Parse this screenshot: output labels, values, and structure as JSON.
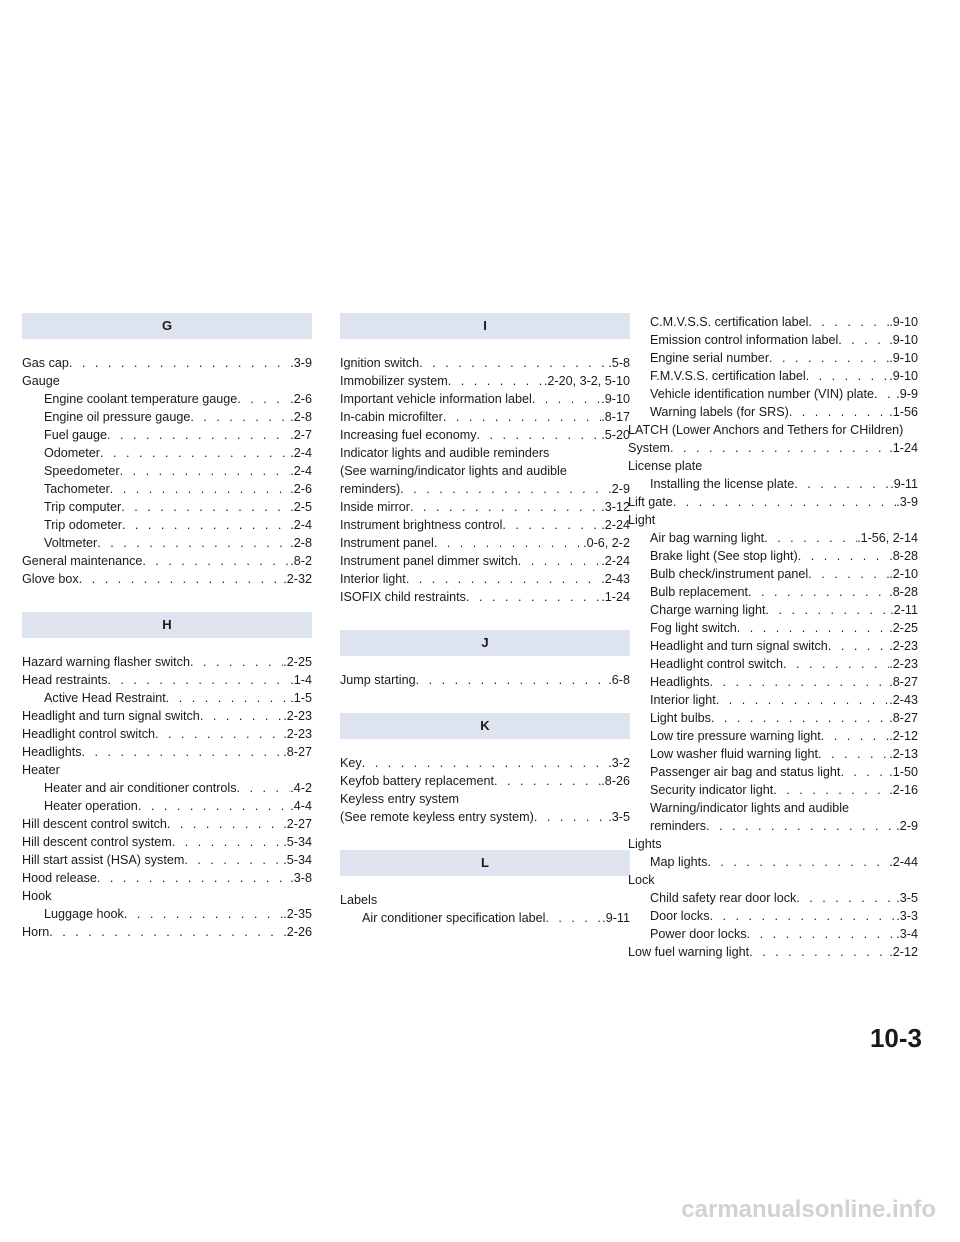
{
  "columns": [
    [
      {
        "kind": "header",
        "text": "G"
      },
      {
        "kind": "entry",
        "level": 0,
        "text": "Gas cap",
        "page": ".3-9"
      },
      {
        "kind": "head",
        "level": 0,
        "text": "Gauge"
      },
      {
        "kind": "entry",
        "level": 1,
        "text": "Engine coolant temperature gauge",
        "page": ".2-6"
      },
      {
        "kind": "entry",
        "level": 1,
        "text": "Engine oil pressure gauge",
        "page": ".2-8"
      },
      {
        "kind": "entry",
        "level": 1,
        "text": "Fuel gauge",
        "page": ".2-7"
      },
      {
        "kind": "entry",
        "level": 1,
        "text": "Odometer",
        "page": ".2-4"
      },
      {
        "kind": "entry",
        "level": 1,
        "text": "Speedometer",
        "page": ".2-4"
      },
      {
        "kind": "entry",
        "level": 1,
        "text": "Tachometer",
        "page": ".2-6"
      },
      {
        "kind": "entry",
        "level": 1,
        "text": "Trip computer",
        "page": ".2-5"
      },
      {
        "kind": "entry",
        "level": 1,
        "text": "Trip odometer",
        "page": ".2-4"
      },
      {
        "kind": "entry",
        "level": 1,
        "text": "Voltmeter",
        "page": ".2-8"
      },
      {
        "kind": "entry",
        "level": 0,
        "text": "General maintenance",
        "page": ".8-2"
      },
      {
        "kind": "entry",
        "level": 0,
        "text": "Glove box",
        "page": ".2-32"
      },
      {
        "kind": "gap"
      },
      {
        "kind": "header",
        "text": "H"
      },
      {
        "kind": "entry",
        "level": 0,
        "text": "Hazard warning flasher switch",
        "page": ".2-25"
      },
      {
        "kind": "entry",
        "level": 0,
        "text": "Head restraints",
        "page": ".1-4"
      },
      {
        "kind": "entry",
        "level": 1,
        "text": "Active Head Restraint",
        "page": ".1-5"
      },
      {
        "kind": "entry",
        "level": 0,
        "text": "Headlight and turn signal switch",
        "page": ".2-23"
      },
      {
        "kind": "entry",
        "level": 0,
        "text": "Headlight control switch",
        "page": ".2-23"
      },
      {
        "kind": "entry",
        "level": 0,
        "text": "Headlights",
        "page": ".8-27"
      },
      {
        "kind": "head",
        "level": 0,
        "text": "Heater"
      },
      {
        "kind": "entry",
        "level": 1,
        "text": "Heater and air conditioner controls",
        "page": ".4-2"
      },
      {
        "kind": "entry",
        "level": 1,
        "text": "Heater operation",
        "page": ".4-4"
      },
      {
        "kind": "entry",
        "level": 0,
        "text": "Hill descent control switch",
        "page": ".2-27"
      },
      {
        "kind": "entry",
        "level": 0,
        "text": "Hill descent control system",
        "page": ".5-34"
      },
      {
        "kind": "entry",
        "level": 0,
        "text": "Hill start assist (HSA) system",
        "page": ".5-34"
      },
      {
        "kind": "entry",
        "level": 0,
        "text": "Hood release",
        "page": ".3-8"
      },
      {
        "kind": "head",
        "level": 0,
        "text": "Hook"
      },
      {
        "kind": "entry",
        "level": 1,
        "text": "Luggage hook",
        "page": ".2-35"
      },
      {
        "kind": "entry",
        "level": 0,
        "text": "Horn",
        "page": ".2-26"
      }
    ],
    [
      {
        "kind": "header",
        "text": "I"
      },
      {
        "kind": "entry",
        "level": 0,
        "text": "Ignition switch",
        "page": ".5-8"
      },
      {
        "kind": "entry",
        "level": 0,
        "text": "Immobilizer system",
        "page": ".2-20, 3-2, 5-10"
      },
      {
        "kind": "entry",
        "level": 0,
        "text": "Important vehicle information label",
        "page": ".9-10"
      },
      {
        "kind": "entry",
        "level": 0,
        "text": "In-cabin microfilter",
        "page": ".8-17"
      },
      {
        "kind": "entry",
        "level": 0,
        "text": "Increasing fuel economy",
        "page": ".5-20"
      },
      {
        "kind": "head",
        "level": 0,
        "text": "Indicator lights and audible reminders"
      },
      {
        "kind": "head",
        "level": 0,
        "text": "(See warning/indicator lights and audible"
      },
      {
        "kind": "entry",
        "level": 0,
        "text": "reminders)",
        "page": ".2-9"
      },
      {
        "kind": "entry",
        "level": 0,
        "text": "Inside mirror",
        "page": ".3-12"
      },
      {
        "kind": "entry",
        "level": 0,
        "text": "Instrument brightness control",
        "page": ".2-24"
      },
      {
        "kind": "entry",
        "level": 0,
        "text": "Instrument panel",
        "page": ".0-6, 2-2"
      },
      {
        "kind": "entry",
        "level": 0,
        "text": "Instrument panel dimmer switch",
        "page": ".2-24"
      },
      {
        "kind": "entry",
        "level": 0,
        "text": "Interior light",
        "page": ".2-43"
      },
      {
        "kind": "entry",
        "level": 0,
        "text": "ISOFIX child restraints",
        "page": ".1-24"
      },
      {
        "kind": "gap"
      },
      {
        "kind": "header",
        "text": "J"
      },
      {
        "kind": "entry",
        "level": 0,
        "text": "Jump starting",
        "page": ".6-8"
      },
      {
        "kind": "gap"
      },
      {
        "kind": "header",
        "text": "K"
      },
      {
        "kind": "entry",
        "level": 0,
        "text": "Key",
        "page": ".3-2"
      },
      {
        "kind": "entry",
        "level": 0,
        "text": "Keyfob battery replacement",
        "page": ".8-26"
      },
      {
        "kind": "head",
        "level": 0,
        "text": "Keyless entry system"
      },
      {
        "kind": "entry",
        "level": 0,
        "text": "(See remote keyless entry system)",
        "page": ".3-5"
      },
      {
        "kind": "gap"
      },
      {
        "kind": "header",
        "text": "L"
      },
      {
        "kind": "head",
        "level": 0,
        "text": "Labels"
      },
      {
        "kind": "entry",
        "level": 1,
        "text": "Air conditioner specification label",
        "page": ".9-11"
      }
    ],
    [
      {
        "kind": "entry",
        "level": 1,
        "text": "C.M.V.S.S. certification label",
        "page": ".9-10"
      },
      {
        "kind": "entry",
        "level": 1,
        "text": "Emission control information label",
        "page": ".9-10"
      },
      {
        "kind": "entry",
        "level": 1,
        "text": "Engine serial number",
        "page": ".9-10"
      },
      {
        "kind": "entry",
        "level": 1,
        "text": "F.M.V.S.S. certification label",
        "page": ".9-10"
      },
      {
        "kind": "entry",
        "level": 1,
        "text": "Vehicle identification number (VIN) plate",
        "page": ".9-9"
      },
      {
        "kind": "entry",
        "level": 1,
        "text": "Warning labels (for SRS)",
        "page": ".1-56"
      },
      {
        "kind": "head",
        "level": 0,
        "text": "LATCH (Lower Anchors and Tethers for CHildren)"
      },
      {
        "kind": "entry",
        "level": 0,
        "text": "System",
        "page": ".1-24"
      },
      {
        "kind": "head",
        "level": 0,
        "text": "License plate"
      },
      {
        "kind": "entry",
        "level": 1,
        "text": "Installing the license plate",
        "page": ".9-11"
      },
      {
        "kind": "entry",
        "level": 0,
        "text": "Lift gate",
        "page": ".3-9"
      },
      {
        "kind": "head",
        "level": 0,
        "text": "Light"
      },
      {
        "kind": "entry",
        "level": 1,
        "text": "Air bag warning light",
        "page": ".1-56, 2-14"
      },
      {
        "kind": "entry",
        "level": 1,
        "text": "Brake light (See stop light)",
        "page": ".8-28"
      },
      {
        "kind": "entry",
        "level": 1,
        "text": "Bulb check/instrument panel",
        "page": ".2-10"
      },
      {
        "kind": "entry",
        "level": 1,
        "text": "Bulb replacement",
        "page": ".8-28"
      },
      {
        "kind": "entry",
        "level": 1,
        "text": "Charge warning light",
        "page": ".2-11"
      },
      {
        "kind": "entry",
        "level": 1,
        "text": "Fog light switch",
        "page": ".2-25"
      },
      {
        "kind": "entry",
        "level": 1,
        "text": "Headlight and turn signal switch",
        "page": ".2-23"
      },
      {
        "kind": "entry",
        "level": 1,
        "text": "Headlight control switch",
        "page": ".2-23"
      },
      {
        "kind": "entry",
        "level": 1,
        "text": "Headlights",
        "page": ".8-27"
      },
      {
        "kind": "entry",
        "level": 1,
        "text": "Interior light",
        "page": ".2-43"
      },
      {
        "kind": "entry",
        "level": 1,
        "text": "Light bulbs",
        "page": ".8-27"
      },
      {
        "kind": "entry",
        "level": 1,
        "text": "Low tire pressure warning light",
        "page": ".2-12"
      },
      {
        "kind": "entry",
        "level": 1,
        "text": "Low washer fluid warning light",
        "page": ".2-13"
      },
      {
        "kind": "entry",
        "level": 1,
        "text": "Passenger air bag and status light",
        "page": ".1-50"
      },
      {
        "kind": "entry",
        "level": 1,
        "text": "Security indicator light",
        "page": ".2-16"
      },
      {
        "kind": "head",
        "level": 1,
        "text": "Warning/indicator lights and audible"
      },
      {
        "kind": "entry",
        "level": 1,
        "text": "reminders",
        "page": ".2-9"
      },
      {
        "kind": "head",
        "level": 0,
        "text": "Lights"
      },
      {
        "kind": "entry",
        "level": 1,
        "text": "Map lights",
        "page": ".2-44"
      },
      {
        "kind": "head",
        "level": 0,
        "text": "Lock"
      },
      {
        "kind": "entry",
        "level": 1,
        "text": "Child safety rear door lock",
        "page": ".3-5"
      },
      {
        "kind": "entry",
        "level": 1,
        "text": "Door locks",
        "page": ".3-3"
      },
      {
        "kind": "entry",
        "level": 1,
        "text": "Power door locks",
        "page": ".3-4"
      },
      {
        "kind": "entry",
        "level": 0,
        "text": "Low fuel warning light",
        "page": ".2-12"
      }
    ]
  ],
  "page_number": "10-3",
  "watermark": "carmanualsonline.info",
  "colors": {
    "header_bg": "#dde3ef",
    "text": "#1a1a1a",
    "watermark": "#d2d2d2"
  }
}
